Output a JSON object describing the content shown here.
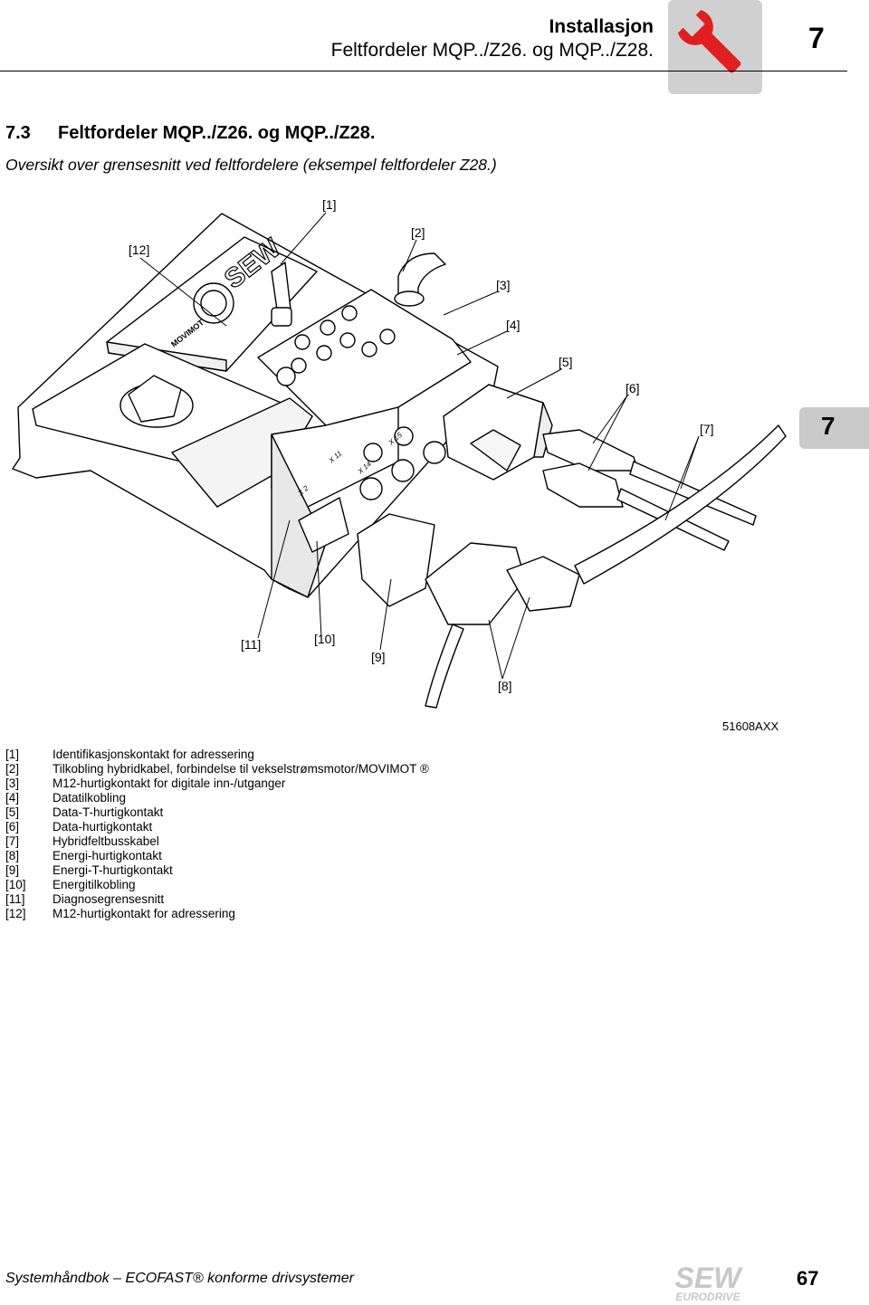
{
  "header": {
    "title": "Installasjon",
    "subtitle": "Feltfordeler MQP../Z26. og MQP../Z28.",
    "chapter": "7"
  },
  "section": {
    "number": "7.3",
    "heading": "Feltfordeler MQP../Z26. og MQP../Z28.",
    "subtitle": "Oversikt over grensesnitt ved feltfordelere (eksempel feltfordeler Z28.)"
  },
  "side_tab": {
    "chapter": "7"
  },
  "figure": {
    "id": "51608AXX",
    "callouts": [
      "[1]",
      "[2]",
      "[3]",
      "[4]",
      "[5]",
      "[6]",
      "[7]",
      "[8]",
      "[9]",
      "[10]",
      "[11]",
      "[12]"
    ],
    "device_labels": {
      "brand": "SEW",
      "product": "MOVIMOT"
    }
  },
  "legend": [
    {
      "ref": "[1]",
      "text": "Identifikasjonskontakt for adressering"
    },
    {
      "ref": "[2]",
      "text": "Tilkobling hybridkabel, forbindelse til vekselstrømsmotor/MOVIMOT ®"
    },
    {
      "ref": "[3]",
      "text": "M12-hurtigkontakt for digitale inn-/utganger"
    },
    {
      "ref": "[4]",
      "text": "Datatilkobling"
    },
    {
      "ref": "[5]",
      "text": "Data-T-hurtigkontakt"
    },
    {
      "ref": "[6]",
      "text": "Data-hurtigkontakt"
    },
    {
      "ref": "[7]",
      "text": "Hybridfeltbusskabel"
    },
    {
      "ref": "[8]",
      "text": "Energi-hurtigkontakt"
    },
    {
      "ref": "[9]",
      "text": "Energi-T-hurtigkontakt"
    },
    {
      "ref": "[10]",
      "text": "Energitilkobling"
    },
    {
      "ref": "[11]",
      "text": "Diagnosegrensesnitt"
    },
    {
      "ref": "[12]",
      "text": "M12-hurtigkontakt for adressering"
    }
  ],
  "footer": {
    "text": "Systemhåndbok – ECOFAST® konforme drivsystemer",
    "page": "67",
    "logo_main": "SEW",
    "logo_sub": "EURODRIVE"
  },
  "icons": {
    "header_icon": "wrench-icon"
  },
  "colors": {
    "wrench": "#e02020",
    "icon_bg": "#d0d0d0",
    "tab_bg": "#c9c9c9"
  }
}
